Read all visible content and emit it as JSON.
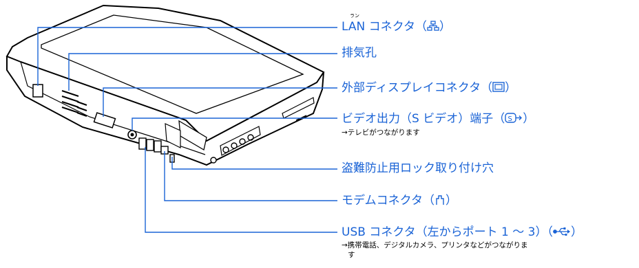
{
  "figure": {
    "callouts": [
      {
        "id": "lan",
        "ruby": "ラン",
        "prefix": "LAN",
        "text": "コネクタ",
        "open": "（",
        "close": "）",
        "icon": "lan-icon"
      },
      {
        "id": "vent",
        "text": "排気孔"
      },
      {
        "id": "display",
        "text": "外部ディスプレイコネクタ",
        "open": "（",
        "close": "）",
        "icon": "display-icon"
      },
      {
        "id": "video",
        "text": "ビデオ出力（S ビデオ）端子",
        "open": "（",
        "close": "）",
        "icon": "svideo-icon",
        "note": "→テレビがつながります"
      },
      {
        "id": "lock",
        "text": "盗難防止用ロック取り付け穴"
      },
      {
        "id": "modem",
        "text": "モデムコネクタ",
        "open": "（",
        "close": "）",
        "icon": "modem-icon"
      },
      {
        "id": "usb",
        "text": "USB コネクタ（左からポート 1 ～ 3）",
        "open": "（",
        "close": "）",
        "icon": "usb-icon",
        "note_line1": "→携帯電話、デジタルカメラ、プリンタなどがつながりま",
        "note_line2": "す"
      }
    ],
    "line_color": "#1a63d6",
    "text_color": "#1a63d6"
  }
}
